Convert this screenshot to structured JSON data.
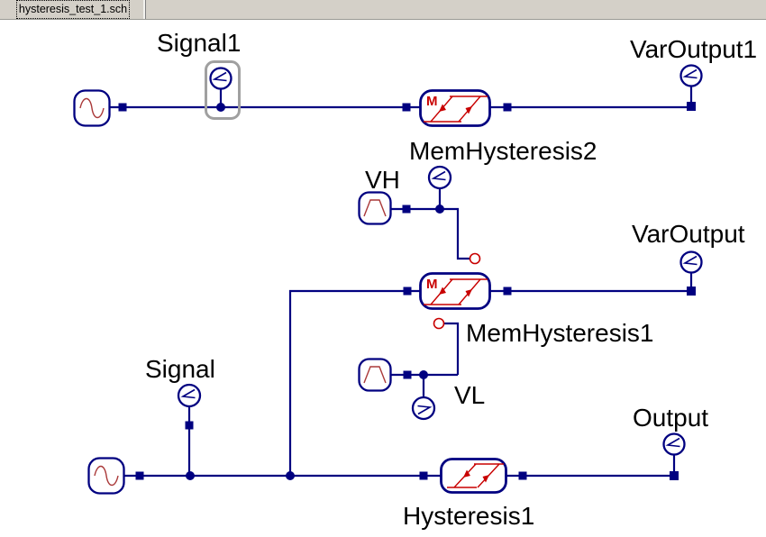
{
  "tab": {
    "title": "hysteresis_test_1.sch"
  },
  "schematic": {
    "block_letter": "M",
    "labels": {
      "signal1": "Signal1",
      "var_output1": "VarOutput1",
      "mem_hysteresis2": "MemHysteresis2",
      "vh": "VH",
      "var_output": "VarOutput",
      "mem_hysteresis1": "MemHysteresis1",
      "signal": "Signal",
      "vl": "VL",
      "output": "Output",
      "hysteresis1": "Hysteresis1"
    },
    "components": [
      {
        "type": "sine-voltage-source",
        "count": 2
      },
      {
        "type": "trapezoid-voltage-source",
        "count": 2
      },
      {
        "type": "voltage-probe",
        "count": 7
      },
      {
        "type": "hysteresis-block-with-memory-port",
        "count": 2
      },
      {
        "type": "hysteresis-block",
        "count": 1
      },
      {
        "type": "open-node-marker",
        "count": 2
      }
    ],
    "selection": {
      "selected_component": "Signal1 probe"
    },
    "colors": {
      "wire": "#000080",
      "outline": "#000080",
      "red": "#c80000",
      "sinered": "#aa3939",
      "selection": "#a0a0a0",
      "tabbg": "#d4d0c8",
      "canvas": "#ffffff",
      "label": "#000000"
    }
  }
}
